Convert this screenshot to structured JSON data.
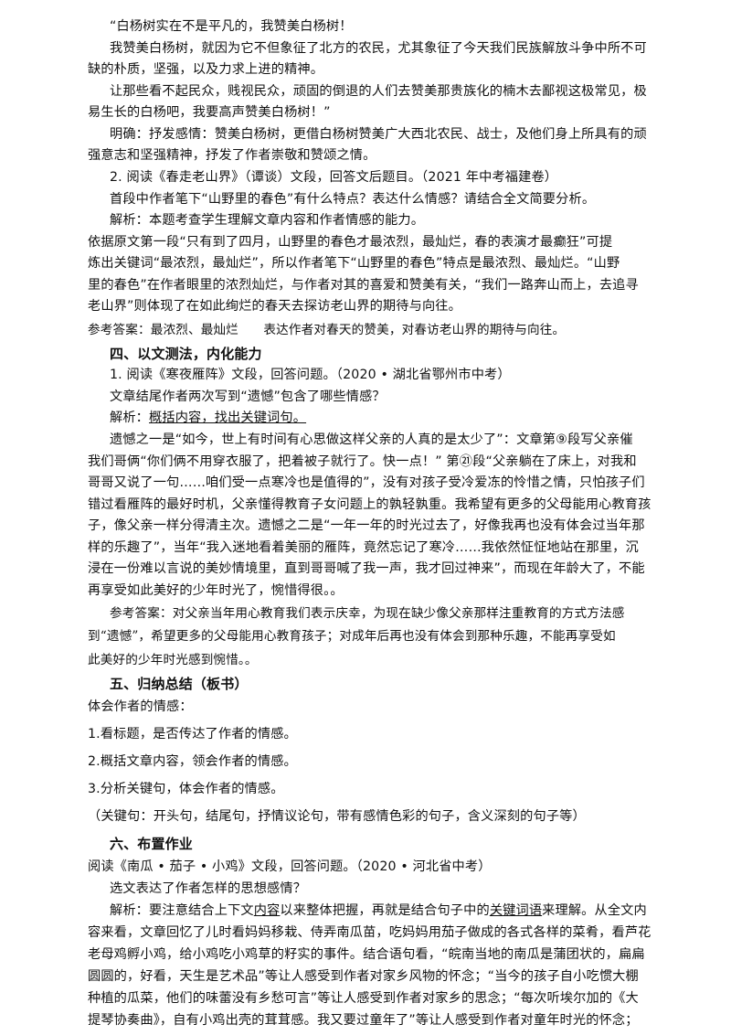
{
  "lines": [
    "“白杨树实在不是平凡的，我赞美白杨树！",
    "我赞美白杨树，就因为它不但象征了北方的农民，尤其象征了今天我们民族解放斗争中所不可",
    "缺的朴质，坚强，以及力求上进的精神。",
    "让那些看不起民众，贱视民众，顽固的倒退的人们去赞美那贵族化的楠木去鄙视这极常见，极",
    "易生长的白杨吧，我要高声赞美白杨树！”",
    "明确：抒发感情：赞美白杨树，更借白杨树赞美广大西北农民、战士，及他们身上所具有的顽",
    "强意志和坚强精神，抒发了作者崇敬和赞颂之情。",
    "2. 阅读《春走老山界》（谭谈）文段，回答文后题目。（2021 年中考福建卷）",
    "首段中作者笔下“山野里的春色”有什么特点？表达什么情感？请结合全文简要分析。",
    "解析：本题考查学生理解文章内容和作者情感的能力。",
    "依据原文第一段“只有到了四月，山野里的春色才最浓烈，最灿烂，春的表演才最癫狂”可提",
    "炼出关键词“最浓烈，最灿烂”，所以作者笔下“山野里的春色”特点是最浓烈、最灿烂。“山野",
    "里的春色”在作者眼里的浓烈灿烂，与作者对其的喜爱和赞美有关，“我们一路奔山而上，去追寻",
    "老山界”则体现了在如此绚烂的春天去探访老山界的期待与向往。",
    "参考答案：最浓烈、最灿烂　　表达作者对春天的赞美，对春访老山界的期待与向往。",
    "四、以文测法，内化能力",
    "1. 阅读《寒夜雁阵》文段，回答问题。（2020 • 湖北省鄂州市中考）",
    "文章结尾作者两次写到“遗憾”包含了哪些情感？",
    "解析：",
    "概括内容，找出关键词句。",
    "遗憾之一是“如今，世上有时间有心思做这样父亲的人真的是太少了”：文章第⑨段写父亲催",
    "我们哥俩“你们俩不用穿衣服了，把着被子就行了。快一点！” 第㉑段“父亲躺在了床上，对我和",
    "哥哥又说了一句……咱们受一点寒冷也是值得的”，没有对孩子受冷爱冻的怜惜之情，只怕孩子们",
    "错过看雁阵的最好时机，父亲懂得教育子女问题上的孰轻孰重。我希望有更多的父母能用心教育孩",
    "子，像父亲一样分得清主次。遗憾之二是“一年一年的时光过去了，好像我再也没有体会过当年那",
    "样的乐趣了”，当年“我入迷地看着美丽的雁阵，竟然忘记了寒冷……我依然怔怔地站在那里，沉",
    "浸在一份难以言说的美妙情境里，直到哥哥喊了我一声，我才回过神来”，而现在年龄大了，不能",
    "再享受如此美好的少年时光了，惋惜得很。。",
    "参考答案：对父亲当年用心教育我们表示庆幸，为现在缺少像父亲那样注重教育的方式方法感",
    "到“遗憾”，希望更多的父母能用心教育孩子；对成年后再也没有体会到那种乐趣，不能再享受如",
    "此美好的少年时光感到惋惜。。",
    "五、归纳总结（板书）",
    "体会作者的情感：",
    "1.看标题，是否传达了作者的情感。",
    "2.概括文章内容，领会作者的情感。",
    "3.分析关键句，体会作者的情感。",
    "（关键句：开头句，结尾句，抒情议论句，带有感情色彩的句子，含义深刻的句子等）",
    "六、布置作业",
    "阅读《南瓜 • 茄子 • 小鸡》文段，回答问题。（2020 • 河北省中考）",
    "选文表达了作者怎样的思想感情？",
    "解析：要注意结合上下文",
    "内容",
    "以来整体把握，再就是结合句子中的",
    "关键词语",
    "来理解。从全文内",
    "容来看，文章回忆了儿时看妈妈移栽、侍弄南瓜苗，吃妈妈用茄子做成的各式各样的菜肴，看芦花",
    "老母鸡孵小鸡，给小鸡吃小鸡草的籽实的事件。结合语句看，“皖南当地的南瓜是蒲团状的，扁扁",
    "圆圆的，好看，天生是艺术品”等让人感受到作者对家乡风物的怀念；“当今的孩子自小吃惯大棚",
    "种植的瓜菜，他们的味蕾没有乡愁可言”等让人感受到作者对家乡的思念；“每次听埃尔加的《大",
    "提琴协奏曲》，自有小鸡出壳的茸茸感。我又要过童年了”等让人感受到作者对童年时光的怀念；"
  ]
}
